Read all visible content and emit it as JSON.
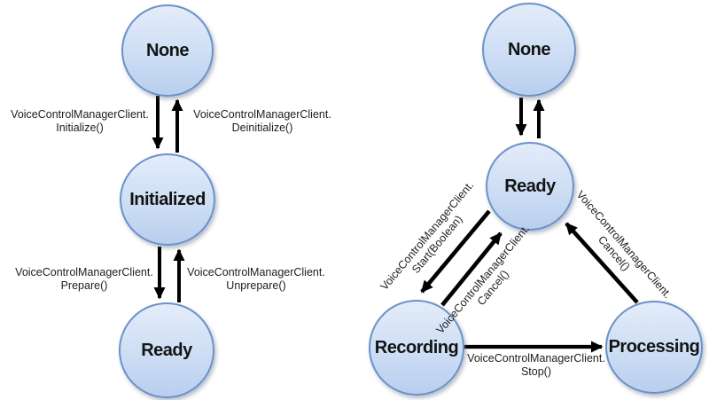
{
  "colors": {
    "background": "#ffffff",
    "node_fill_top": "#e4ecf9",
    "node_fill_bottom": "#b9cfee",
    "node_border": "#6b91c9",
    "arrow": "#000000",
    "text": "#202020"
  },
  "left_diagram": {
    "states": {
      "none": "None",
      "initialized": "Initialized",
      "ready": "Ready"
    },
    "edges": {
      "initialize": {
        "line1": "VoiceControlManagerClient.",
        "line2": "Initialize()"
      },
      "deinitialize": {
        "line1": "VoiceControlManagerClient.",
        "line2": "Deinitialize()"
      },
      "prepare": {
        "line1": "VoiceControlManagerClient.",
        "line2": "Prepare()"
      },
      "unprepare": {
        "line1": "VoiceControlManagerClient.",
        "line2": "Unprepare()"
      }
    }
  },
  "right_diagram": {
    "states": {
      "none": "None",
      "ready": "Ready",
      "recording": "Recording",
      "processing": "Processing"
    },
    "edges": {
      "start": {
        "line1": "VoiceControlManagerClient.",
        "line2": "Start(Boolean)"
      },
      "cancel_from_recording": {
        "line1": "VoiceControlManagerClient.",
        "line2": "Cancel()"
      },
      "cancel_from_processing": {
        "line1": "VoiceControlManagerClient.",
        "line2": "Cancel()"
      },
      "stop": {
        "line1": "VoiceControlManagerClient.",
        "line2": "Stop()"
      }
    }
  }
}
